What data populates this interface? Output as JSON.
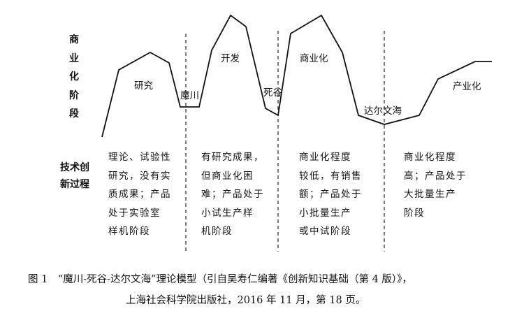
{
  "vertical_axis_label": [
    "商",
    "业",
    "化",
    "阶",
    "段"
  ],
  "row_label": [
    "技术创",
    "新过程"
  ],
  "phase_labels": [
    "研究",
    "魔川",
    "开发",
    "死谷",
    "商业化",
    "达尔文海",
    "产业化"
  ],
  "descriptions": [
    [
      "理论、试验性",
      "研究，没有实",
      "质成果；产品",
      "处于实验室",
      "样机阶段"
    ],
    [
      "有研究成果，",
      "但商业化困",
      "难；产品处于",
      "小试生产样",
      "机阶段"
    ],
    [
      "商业化程度",
      "较低，有销售",
      "额；产品处于",
      "小批量生产",
      "或中试阶段"
    ],
    [
      "商业化程度",
      "高；产品处于",
      "大批量生产",
      "阶段"
    ]
  ],
  "caption": {
    "line1": "图 1　“魔川-死谷-达尔文海”理论模型（引自吴寿仁编著《创新知识基础（第 4 版）》，",
    "line2": "上海社会科学院出版社，2016 年 11 月，第 18 页。"
  },
  "colors": {
    "line": "#111111",
    "divider": "#111111"
  }
}
